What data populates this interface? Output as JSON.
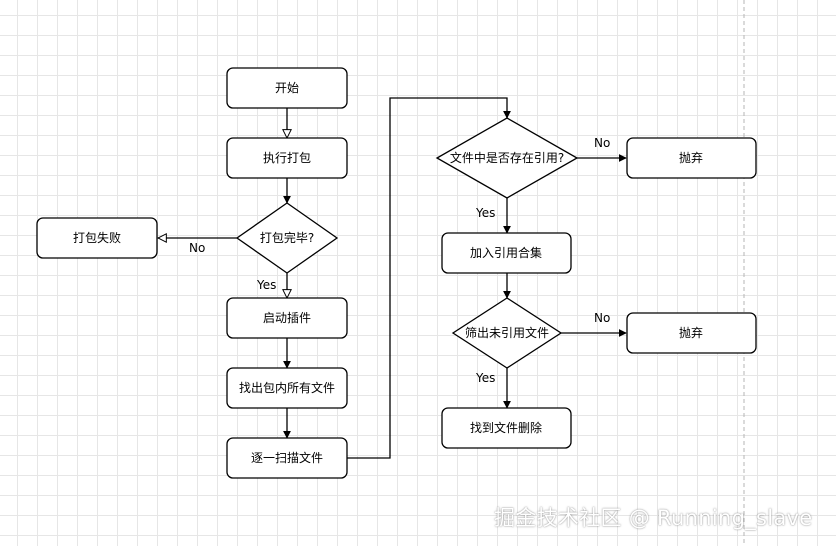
{
  "nodes": {
    "start": "开始",
    "pack": "执行打包",
    "pack_done": "打包完毕?",
    "pack_fail": "打包失败",
    "start_plugin": "启动插件",
    "find_files": "找出包内所有文件",
    "scan_files": "逐一扫描文件",
    "file_referenced": "文件中是否存在引用?",
    "discard_1": "抛弃",
    "add_ref_set": "加入引用合集",
    "filter_unref": "筛出未引用文件",
    "discard_2": "抛弃",
    "delete_files": "找到文件删除"
  },
  "edge_labels": {
    "pack_no": "No",
    "pack_yes": "Yes",
    "ref_no": "No",
    "ref_yes": "Yes",
    "filter_no": "No",
    "filter_yes": "Yes"
  },
  "watermark": "掘金技术社区 @ Running_slave"
}
